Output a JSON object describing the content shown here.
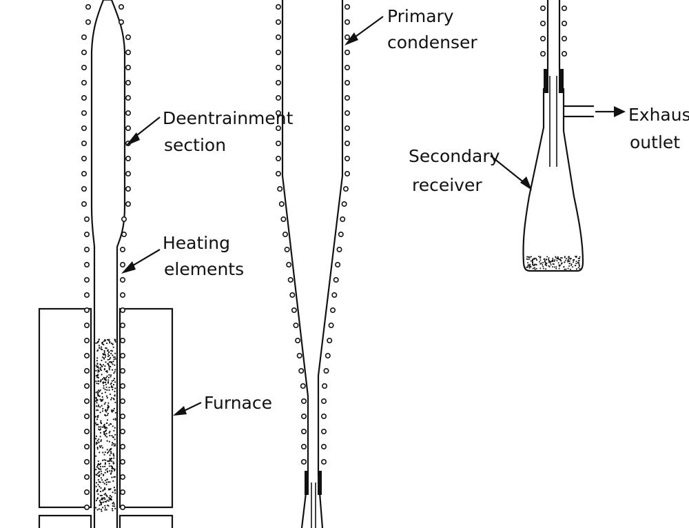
{
  "diagram": {
    "labels": {
      "deentrainment_line1": "Deentrainment",
      "deentrainment_line2": "section",
      "heating_line1": "Heating",
      "heating_line2": "elements",
      "furnace": "Furnace",
      "primary_line1": "Primary",
      "primary_line2": "condenser",
      "secondary_line1": "Secondary",
      "secondary_line2": "receiver",
      "exhaust_line1": "Exhaust",
      "exhaust_line2": "outlet"
    },
    "colors": {
      "ink": "#111111",
      "background": "#ffffff"
    }
  }
}
